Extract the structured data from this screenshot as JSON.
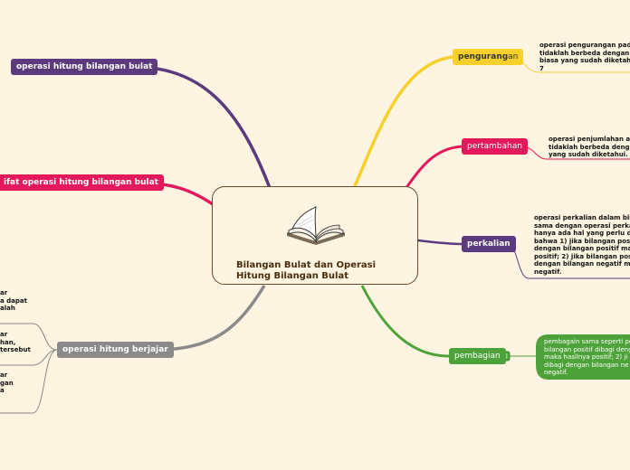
{
  "center": {
    "title": "Bilangan Bulat dan Operasi\nHitung Bilangan Bulat",
    "icon": "open-book-icon"
  },
  "colors": {
    "background": "#fdf4e2",
    "purple": "#5b3a7e",
    "pink": "#e3195c",
    "gray": "#8a8a8a",
    "yellow": "#f7d02c",
    "green": "#4ea23a"
  },
  "branches": {
    "operasi_hitung": {
      "label": "operasi hitung bilangan bulat"
    },
    "sifat_operasi": {
      "label": "ifat operasi hitung bilangan bulat"
    },
    "berjajar": {
      "label": "operasi hitung berjajar",
      "notes": [
        "ar\na dapat\nalah",
        "ar\nhan,\ntersebut",
        "ar\ngan\na"
      ]
    },
    "pengurangan": {
      "label_main": "pengurang",
      "label_tail": "an",
      "note": "operasi pengurangan pad\ntidaklah berbeda dengan\nbiasa yang sudah diketah\n7"
    },
    "pertambahan": {
      "label_main": "pertamb",
      "label_tail": "ahan",
      "note": "operasi penjumlahan a\ntidaklah berbeda denga\nyang sudah diketahui."
    },
    "perkalian": {
      "label": "perkalian",
      "note": "operasi perkalian dalam bil\nsama dengan operasi perka\nhanya ada hal yang perlu d\nbahwa 1) jika bilangan pos\ndengan bilangan positif ma\npositif; 2) jika bilangan pos\ndengan bilangan negatif m\nnegatif."
    },
    "pembagian": {
      "label": "pembagian",
      "note": "pembagain sama seperti pe\nbilangan positif dibagi deng\nmaka hasilnya positif; 2) ji\ndibagi dengan bilangan ne\nnegatif."
    }
  }
}
